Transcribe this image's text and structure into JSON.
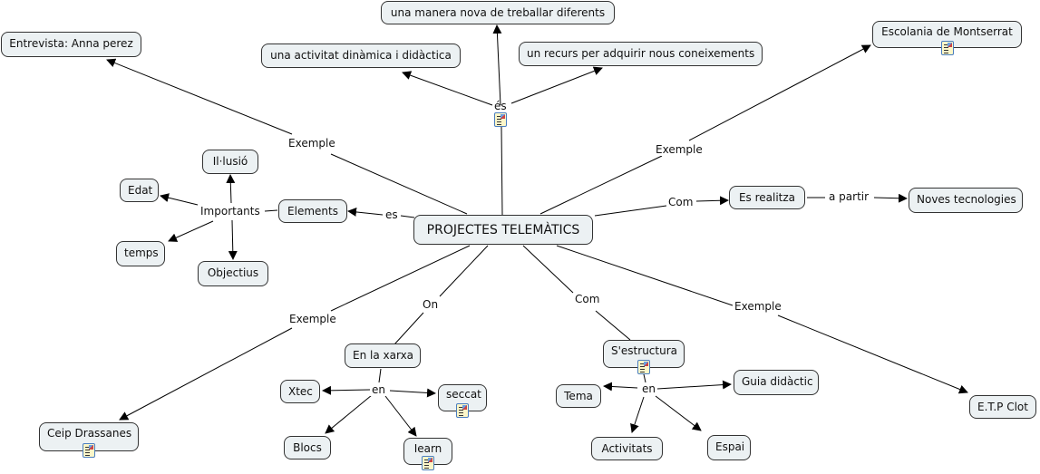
{
  "map_title": "PROJECTES TELEMÀTICS",
  "nodes": {
    "center": "PROJECTES TELEMÀTICS",
    "entrevista": "Entrevista: Anna perez",
    "manera": "una manera nova de treballar diferents",
    "activitat": "una activitat dinàmica i didàctica",
    "recurs": "un recurs per adquirir nous coneixements",
    "escolania": "Escolania de Montserrat",
    "ilusio": "Il·lusió",
    "edat": "Edat",
    "temps": "temps",
    "objectius": "Objectius",
    "elements": "Elements",
    "realitza": "Es realitza",
    "noves": "Noves tecnologies",
    "ceip": "Ceip Drassanes",
    "xarxa": "En la xarxa",
    "xtec": "Xtec",
    "seccat": "seccat",
    "blocs": "Blocs",
    "iearn": "Iearn",
    "estructura": "S'estructura",
    "tema": "Tema",
    "guia": "Guia didàctic",
    "activitats": "Activitats",
    "espai": "Espai",
    "etp": "E.T.P Clot"
  },
  "links": {
    "es_top": "és",
    "exemple_entrevista": "Exemple",
    "exemple_escolania": "Exemple",
    "importants": "Importants",
    "es_elements": "es",
    "com_realitza": "Com",
    "a_partir": "a partir",
    "exemple_ceip": "Exemple",
    "on": "On",
    "com_estructura": "Com",
    "exemple_etp": "Exemple",
    "en_xarxa": "en",
    "en_estructura": "en"
  },
  "resource_icon": "document-resource-icon",
  "colors": {
    "node_fill": "#ecf1f3",
    "node_border": "#333333",
    "line": "#000000",
    "resource_border": "#4a7ec0"
  }
}
